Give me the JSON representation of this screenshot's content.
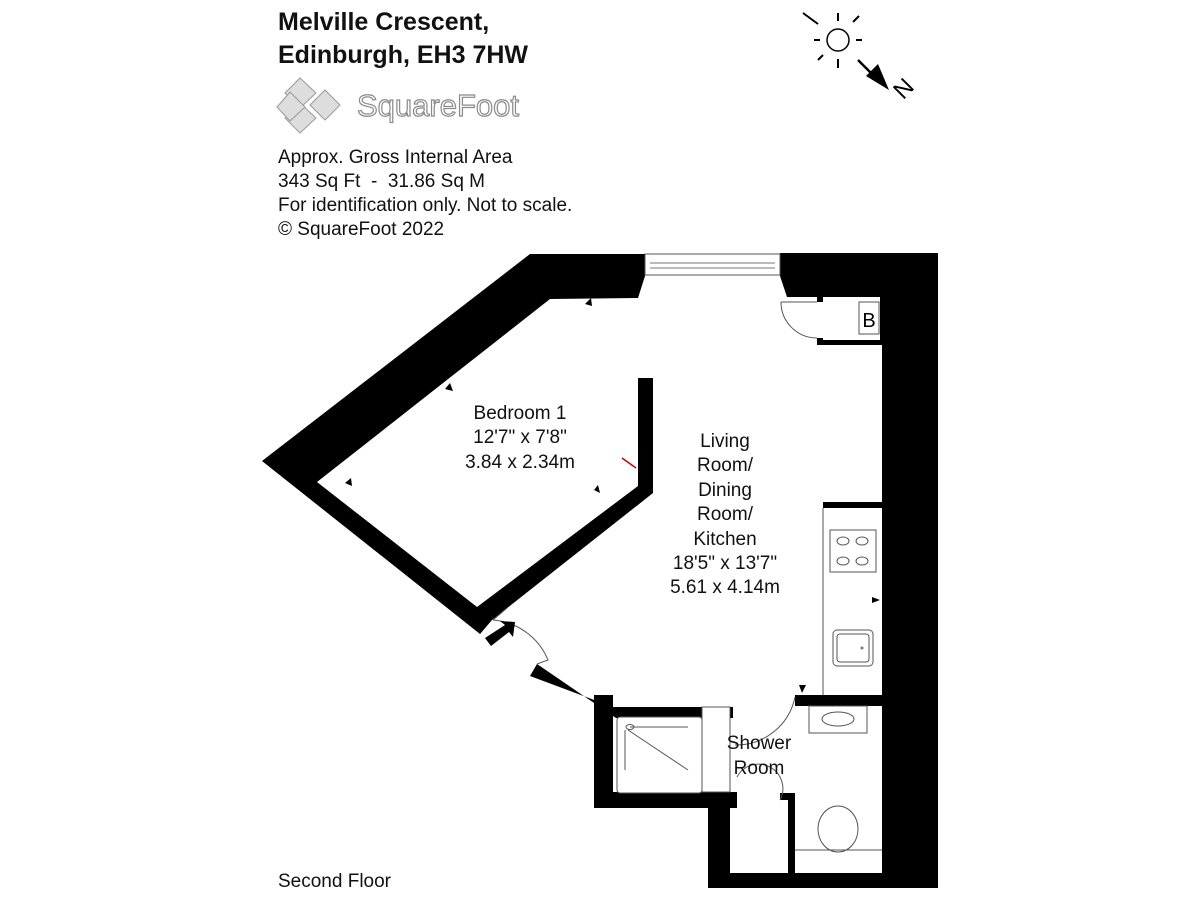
{
  "header": {
    "address_line1": "Melville Crescent,",
    "address_line2": "Edinburgh, EH3 7HW",
    "logo_text": "SquareFoot"
  },
  "info": {
    "line1": "Approx. Gross Internal Area",
    "line2": "343 Sq Ft  -  31.86 Sq M",
    "line3": "For identification only. Not to scale.",
    "line4": "© SquareFoot 2022"
  },
  "compass": {
    "north_label": "N"
  },
  "rooms": {
    "bedroom": {
      "name": "Bedroom 1",
      "imperial": "12'7\" x 7'8\"",
      "metric": "3.84 x 2.34m"
    },
    "living": {
      "name_lines": [
        "Living",
        "Room/",
        "Dining",
        "Room/",
        "Kitchen"
      ],
      "imperial": "18'5\" x 13'7\"",
      "metric": "5.61 x 4.14m"
    },
    "shower": {
      "name_lines": [
        "Shower",
        "Room"
      ]
    },
    "boiler_label": "B"
  },
  "floor_label": "Second Floor"
}
